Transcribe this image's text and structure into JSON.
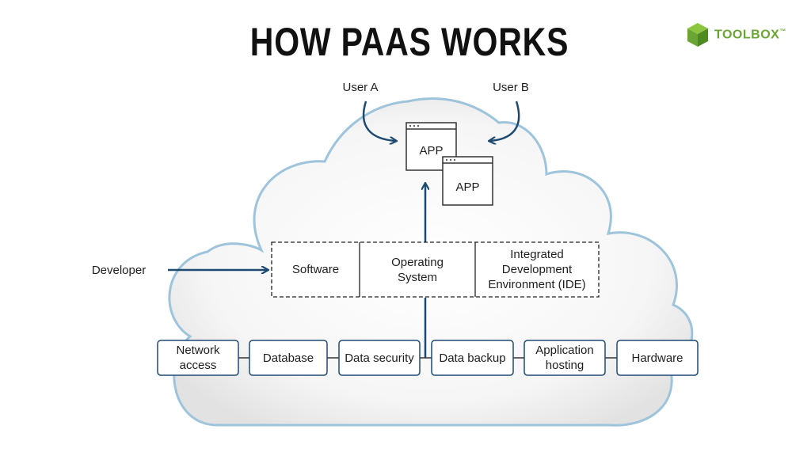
{
  "title": "HOW PAAS WORKS",
  "logo": {
    "text": "TOOLBOX",
    "trademark": "™",
    "color": "#6aa534"
  },
  "users": {
    "a": "User A",
    "b": "User B"
  },
  "apps": {
    "front": "APP",
    "back": "APP"
  },
  "developer": "Developer",
  "platform_layer": [
    "Software",
    "Operating\nSystem",
    "Integrated\nDevelopment\nEnvironment (IDE)"
  ],
  "infrastructure_layer": [
    "Network\naccess",
    "Database",
    "Data security",
    "Data backup",
    "Application\nhosting",
    "Hardware"
  ],
  "colors": {
    "cloud_stroke": "#9ec4dc",
    "cloud_fill": "#ececec",
    "arrow": "#1e4a72",
    "box_stroke": "#1e4a72",
    "title": "#111111"
  }
}
